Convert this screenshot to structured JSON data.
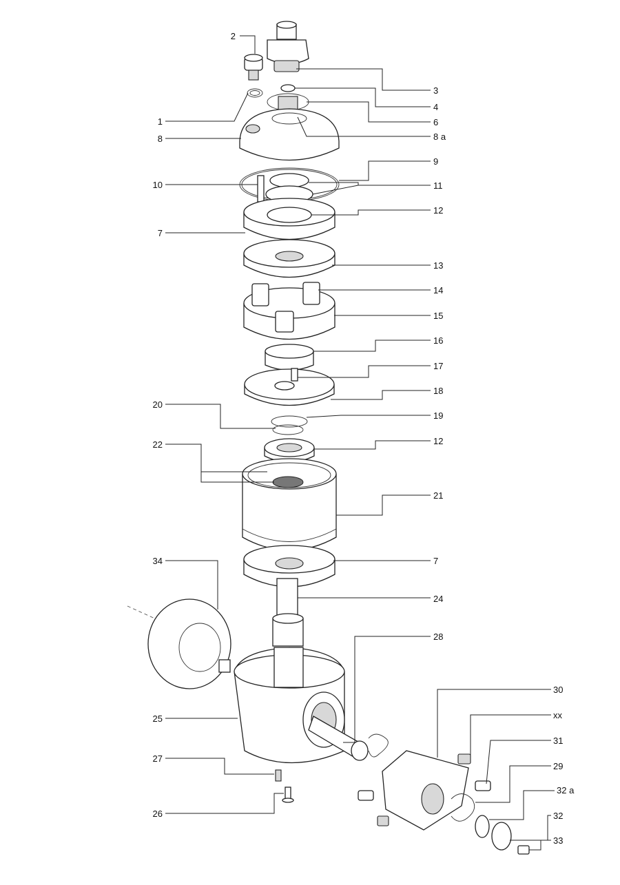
{
  "diagram": {
    "type": "exploded-parts-drawing",
    "labels_left": [
      {
        "id": "2"
      },
      {
        "id": "1"
      },
      {
        "id": "8"
      },
      {
        "id": "10"
      },
      {
        "id": "7"
      },
      {
        "id": "20"
      },
      {
        "id": "22"
      },
      {
        "id": "34"
      },
      {
        "id": "25"
      },
      {
        "id": "27"
      },
      {
        "id": "26"
      }
    ],
    "labels_right": [
      {
        "id": "3"
      },
      {
        "id": "4"
      },
      {
        "id": "6"
      },
      {
        "id": "8 a"
      },
      {
        "id": "9"
      },
      {
        "id": "11"
      },
      {
        "id": "12"
      },
      {
        "id": "13"
      },
      {
        "id": "14"
      },
      {
        "id": "15"
      },
      {
        "id": "16"
      },
      {
        "id": "17"
      },
      {
        "id": "18"
      },
      {
        "id": "19"
      },
      {
        "id": "12"
      },
      {
        "id": "21"
      },
      {
        "id": "7"
      },
      {
        "id": "24"
      },
      {
        "id": "28"
      }
    ],
    "labels_far_right": [
      {
        "id": "30"
      },
      {
        "id": "xx"
      },
      {
        "id": "31"
      },
      {
        "id": "29"
      },
      {
        "id": "32 a"
      },
      {
        "id": "32"
      },
      {
        "id": "33"
      }
    ]
  }
}
